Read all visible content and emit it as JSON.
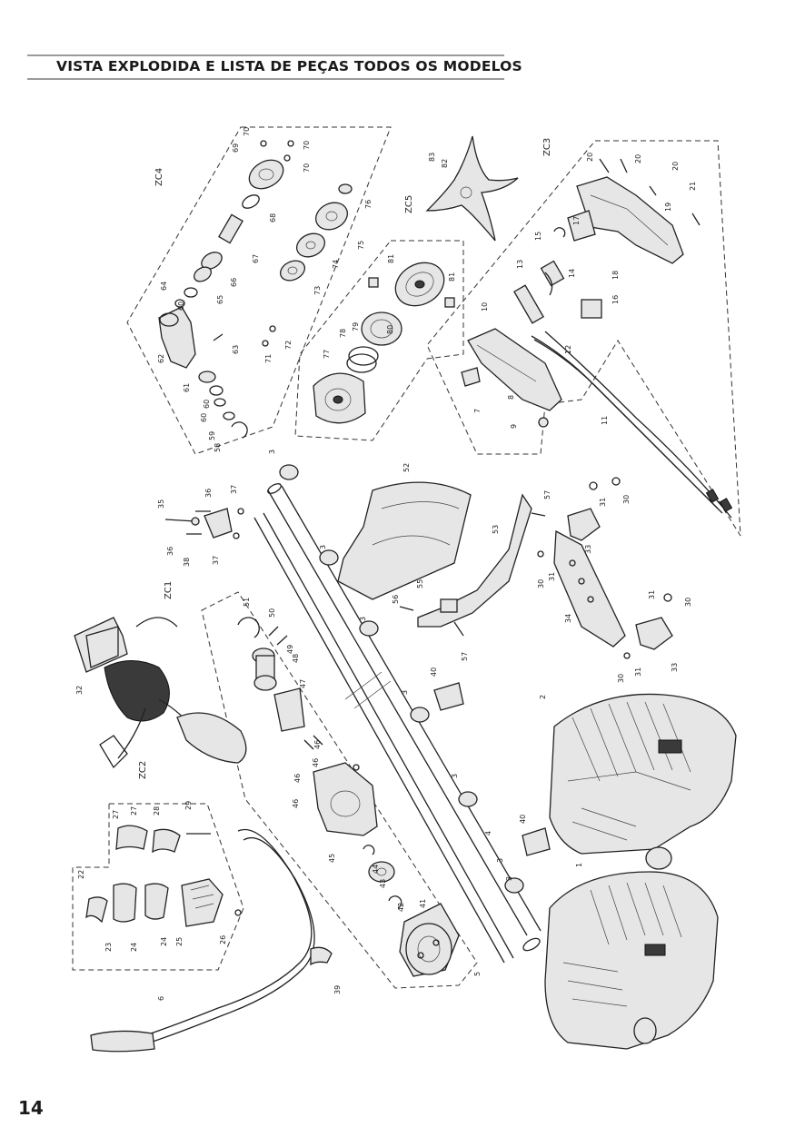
{
  "header": {
    "title": "VISTA EXPLODIDA E LISTA DE PEÇAS TODOS OS MODELOS"
  },
  "footer": {
    "page_number": "14"
  },
  "groups": [
    "ZC1",
    "ZC2",
    "ZC3",
    "ZC4",
    "ZC5"
  ],
  "part_labels": [
    "1",
    "2",
    "3",
    "3",
    "3",
    "3",
    "3",
    "3",
    "3",
    "4",
    "5",
    "6",
    "7",
    "8",
    "9",
    "10",
    "11",
    "12",
    "13",
    "14",
    "15",
    "16",
    "17",
    "18",
    "19",
    "20",
    "20",
    "20",
    "21",
    "22",
    "23",
    "24",
    "24",
    "25",
    "26",
    "27",
    "27",
    "28",
    "29",
    "30",
    "30",
    "30",
    "30",
    "31",
    "31",
    "31",
    "31",
    "32",
    "33",
    "33",
    "34",
    "35",
    "36",
    "36",
    "37",
    "37",
    "38",
    "39",
    "40",
    "40",
    "41",
    "42",
    "43",
    "44",
    "45",
    "46",
    "46",
    "46",
    "46",
    "47",
    "48",
    "49",
    "50",
    "51",
    "52",
    "53",
    "55",
    "56",
    "57",
    "57",
    "58",
    "59",
    "60",
    "60",
    "60",
    "61",
    "62",
    "63",
    "64",
    "65",
    "66",
    "67",
    "68",
    "69",
    "70",
    "70",
    "70",
    "71",
    "72",
    "73",
    "74",
    "75",
    "76",
    "77",
    "78",
    "79",
    "80",
    "81",
    "81",
    "82",
    "83"
  ]
}
